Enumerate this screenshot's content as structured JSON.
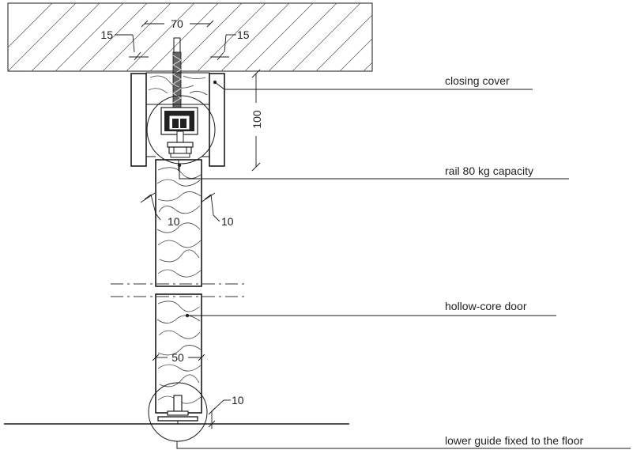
{
  "labels": {
    "closing_cover": "closing cover",
    "rail": "rail 80 kg capacity",
    "door": "hollow-core door",
    "guide": "lower guide fixed to the floor"
  },
  "dimensions": {
    "ceiling_width": "70",
    "ceiling_left": "15",
    "ceiling_right": "15",
    "cover_height": "100",
    "door_left": "10",
    "door_right": "10",
    "door_thickness": "50",
    "floor_gap": "10"
  }
}
